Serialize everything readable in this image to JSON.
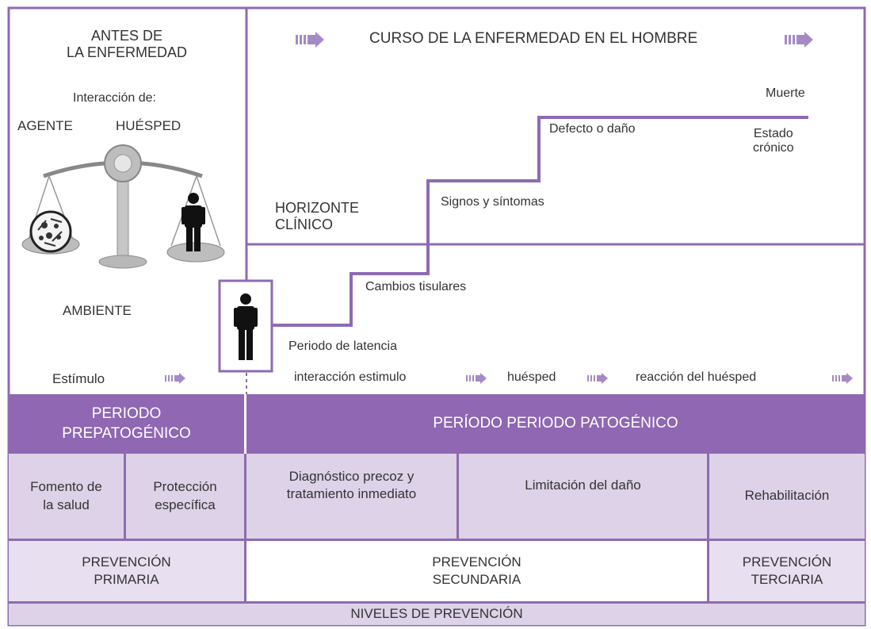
{
  "colors": {
    "border": "#8e6bb0",
    "dark_band": "#8f67b3",
    "light_band": "#ddd2e8",
    "arrow": "#a48ac4",
    "figure": "#111111"
  },
  "header": {
    "antes": "ANTES DE\nLA ENFERMEDAD",
    "interaccion": "Interacción de:",
    "agente": "AGENTE",
    "huesped": "HUÉSPED",
    "ambiente": "AMBIENTE",
    "estimulo": "Estímulo",
    "curso": "CURSO DE LA ENFERMEDAD EN EL HOMBRE"
  },
  "stages": {
    "muerte": "Muerte",
    "estado_cronico": "Estado\ncrónico",
    "defecto": "Defecto o daño",
    "signos": "Signos y síntomas",
    "horizonte": "HORIZONTE\nCLÍNICO",
    "cambios": "Cambios tisulares",
    "latencia": "Periodo de latencia"
  },
  "flow": {
    "interaccion_estimulo": "interacción  estimulo",
    "huesped": "huésped",
    "reaccion": "reacción del huésped"
  },
  "periods": {
    "prepatogenico": "PERIODO\nPREPATOGÉNICO",
    "patogenico": "PERÍODO PERIODO  PATOGÉNICO"
  },
  "actions": {
    "fomento": "Fomento de\nla salud",
    "proteccion": "Protección\nespecífica",
    "diagnostico": "Diagnóstico precoz y\ntratamiento inmediato",
    "limitacion": "Limitación del daño",
    "rehabilitacion": "Rehabilitación"
  },
  "prevention": {
    "primaria": "PREVENCIÓN\nPRIMARIA",
    "secundaria": "PREVENCIÓN\nSECUNDARIA",
    "terciaria": "PREVENCIÓN\nTERCIARIA",
    "niveles": "NIVELES DE PREVENCIÓN"
  }
}
